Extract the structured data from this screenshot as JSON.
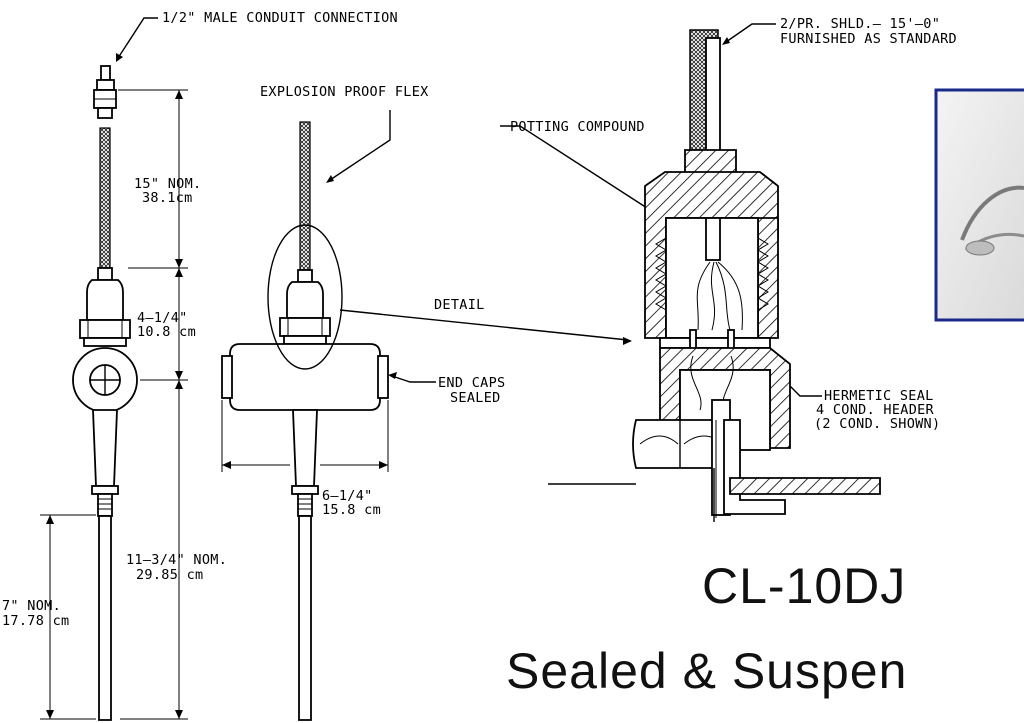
{
  "labels": {
    "conduit": "1/2\" MALE CONDUIT CONNECTION",
    "flex": "EXPLOSION PROOF FLEX",
    "potting": "POTTING COMPOUND",
    "cable_line1": "2/PR. SHLD.– 15'–0\"",
    "cable_line2": "FURNISHED AS STANDARD",
    "detail": "DETAIL",
    "endcaps_line1": "END CAPS",
    "endcaps_line2": "SEALED",
    "seal_line1": "HERMETIC SEAL",
    "seal_line2": "4 COND. HEADER",
    "seal_line3": "(2 COND. SHOWN)"
  },
  "dimensions": {
    "d15_in": "15\" NOM.",
    "d15_cm": "38.1cm",
    "d4_in": "4–1/4\"",
    "d4_cm": "10.8 cm",
    "d6_in": "6–1/4\"",
    "d6_cm": "15.8 cm",
    "d11_in": "11–3/4\" NOM.",
    "d11_cm": "29.85 cm",
    "d7_in": "7\" NOM.",
    "d7_cm": "17.78 cm"
  },
  "product": {
    "model": "CL-10DJ",
    "subtitle": "Sealed & Suspen"
  },
  "photo": {
    "border_color": "#1a2a8a"
  }
}
